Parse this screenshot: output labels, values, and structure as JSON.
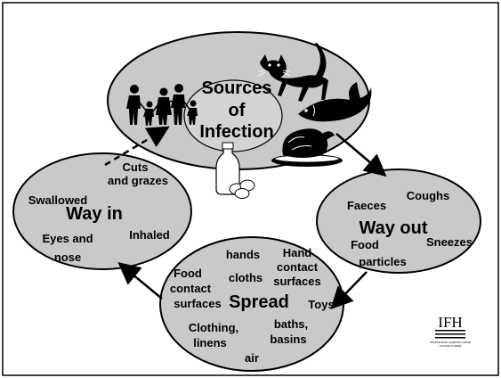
{
  "sources": {
    "title_lines": [
      "Sources",
      "of",
      "Infection"
    ]
  },
  "way_in": {
    "title": "Way in",
    "items": {
      "cuts_line1": "Cuts",
      "cuts_line2": "and grazes",
      "swallowed": "Swallowed",
      "inhaled": "Inhaled",
      "eyes_line1": "Eyes and",
      "eyes_line2": "nose"
    }
  },
  "way_out": {
    "title": "Way out",
    "items": {
      "faeces": "Faeces",
      "coughs": "Coughs",
      "food_line1": "Food",
      "food_line2": "particles",
      "sneezes": "Sneezes"
    }
  },
  "spread": {
    "title": "Spread",
    "items": {
      "hands": "hands",
      "hand_line1": "Hand",
      "hand_line2": "contact",
      "hand_line3": "surfaces",
      "food_line1": "Food",
      "food_line2": "contact",
      "food_line3": "surfaces",
      "cloths": "cloths",
      "toys": "Toys",
      "clothing_line1": "Clothing,",
      "clothing_line2": "linens",
      "baths_line1": "baths,",
      "baths_line2": "basins",
      "air": "air"
    }
  },
  "logo": {
    "mark": "IFH",
    "tagline_line1": "INTERNATIONAL SCIENTIFIC FORUM",
    "tagline_line2": "ON HOME HYGIENE"
  },
  "icons": [
    "people-icon",
    "cat-icon",
    "fish-icon",
    "chicken-icon",
    "milk-eggs-icon"
  ],
  "colors": {
    "ellipse_fill": "#c9c9c9",
    "stroke": "#000000"
  }
}
